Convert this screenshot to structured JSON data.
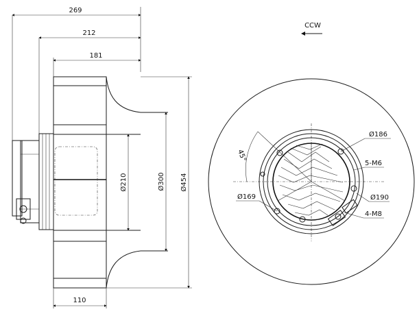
{
  "side_view": {
    "dim_269": "269",
    "dim_212": "212",
    "dim_181": "181",
    "dim_110": "110",
    "dim_d210": "Ø210",
    "dim_d300": "Ø300",
    "dim_d454": "Ø454"
  },
  "front_view": {
    "rotation_label": "CCW",
    "angle_label": "45°",
    "dim_d186": "Ø186",
    "dim_5m6": "5-M6",
    "dim_d190": "Ø190",
    "dim_d169": "Ø169",
    "dim_4m8": "4-M8"
  }
}
